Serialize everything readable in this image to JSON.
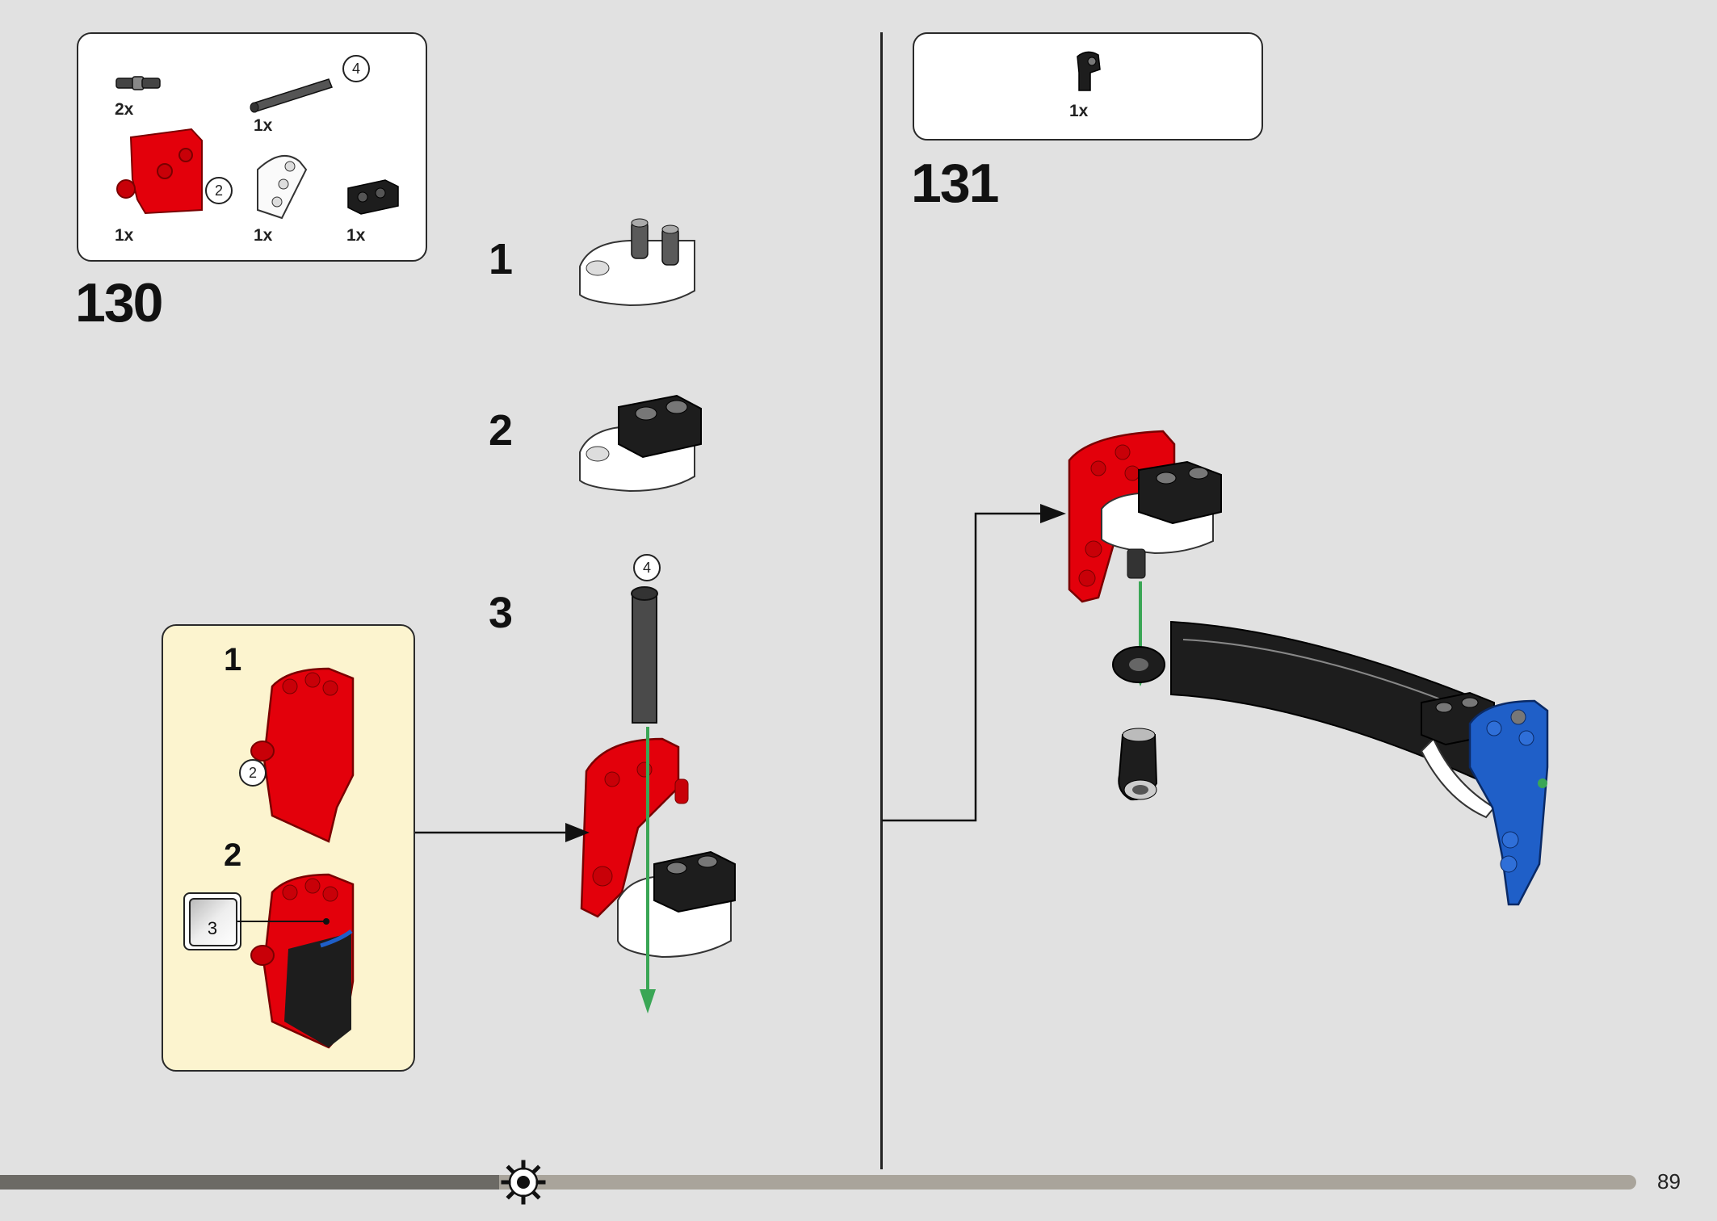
{
  "step130": {
    "number": "130",
    "parts": [
      {
        "icon": "axle-connector-icon",
        "qty": "2x"
      },
      {
        "icon": "axle-4-icon",
        "qty": "1x",
        "length": "4"
      },
      {
        "icon": "red-panel-icon",
        "qty": "1x",
        "ref": "2"
      },
      {
        "icon": "white-liftarm-icon",
        "qty": "1x"
      },
      {
        "icon": "black-beam-icon",
        "qty": "1x"
      }
    ],
    "substeps": [
      "1",
      "2",
      "3"
    ],
    "axle_label": "4",
    "callout": {
      "steps": [
        "1",
        "2"
      ],
      "ref_label": "2",
      "sticker_label": "3"
    }
  },
  "step131": {
    "number": "131",
    "parts": [
      {
        "icon": "black-connector-icon",
        "qty": "1x"
      }
    ]
  },
  "progress": {
    "value": 0.305
  },
  "page_number": "89",
  "colors": {
    "red": "#e3000b",
    "blue": "#1f5fc8",
    "green": "#3aa655",
    "callout_bg": "#fcf4cf",
    "background": "#e1e1e1"
  }
}
